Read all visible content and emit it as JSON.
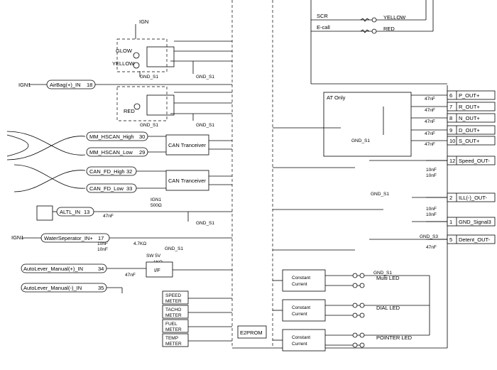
{
  "top_right": {
    "scr": "SCR",
    "yellow": "YELLOW",
    "ecall": "E-call",
    "red": "RED"
  },
  "indicators": {
    "ign": "IGN",
    "glow": "GLOW",
    "yellow": "YELLOW",
    "red": "RED",
    "gnd_s1": "GND_S1"
  },
  "left_inputs": {
    "ign1": "IGN1",
    "airbag": {
      "label": "AirBag(+)_IN",
      "pin": "18"
    },
    "hs_high": {
      "label": "MM_HSCAN_High",
      "pin": "30"
    },
    "hs_low": {
      "label": "MM_HSCAN_Low",
      "pin": "29"
    },
    "fd_high": {
      "label": "CAN_FD_High",
      "pin": "32"
    },
    "fd_low": {
      "label": "CAN_FD_Low",
      "pin": "33"
    },
    "altl": {
      "label": "ALTL_IN",
      "pin": "13"
    },
    "water": {
      "label": "WaterSeperator_IN+",
      "pin": "17"
    },
    "al_plus": {
      "label": "AutoLever_Manual(+)_IN",
      "pin": "34"
    },
    "al_minus": {
      "label": "AutoLever_Manual(-)_IN",
      "pin": "35"
    }
  },
  "blocks": {
    "can": "CAN Tranceiver",
    "if": "I/F",
    "e2prom": "E2PROM",
    "cc": "Constant\nCurrent",
    "at_only": "AT Only"
  },
  "meters": {
    "speed": [
      "SPEED",
      "METER"
    ],
    "tacho": [
      "TACHO",
      "METER"
    ],
    "fuel": [
      "FUEL",
      "METER"
    ],
    "temp": [
      "TEMP",
      "METER"
    ]
  },
  "components": {
    "cap_47n": "47nF",
    "cap_10n": "10nF",
    "r_500": "500Ω",
    "r_47k": "4.7KΩ",
    "r_1k": "1KΩ",
    "sw5v": "SW 5V",
    "gnd_s3": "GND_S3"
  },
  "outputs": [
    {
      "pin": "6",
      "label": "P_OUT+"
    },
    {
      "pin": "7",
      "label": "R_OUT+"
    },
    {
      "pin": "8",
      "label": "N_OUT+"
    },
    {
      "pin": "9",
      "label": "D_OUT+"
    },
    {
      "pin": "10",
      "label": "S_OUT+"
    },
    {
      "pin": "12",
      "label": "Speed_OUT-"
    },
    {
      "pin": "2",
      "label": "ILL(-)_OUT-"
    },
    {
      "pin": "1",
      "label": "GND_Signal3"
    },
    {
      "pin": "5",
      "label": "Detent_OUT-"
    }
  ],
  "leds": {
    "multi": "Multi LED",
    "dial": "DIAL LED",
    "pointer": "POINTER LED"
  }
}
